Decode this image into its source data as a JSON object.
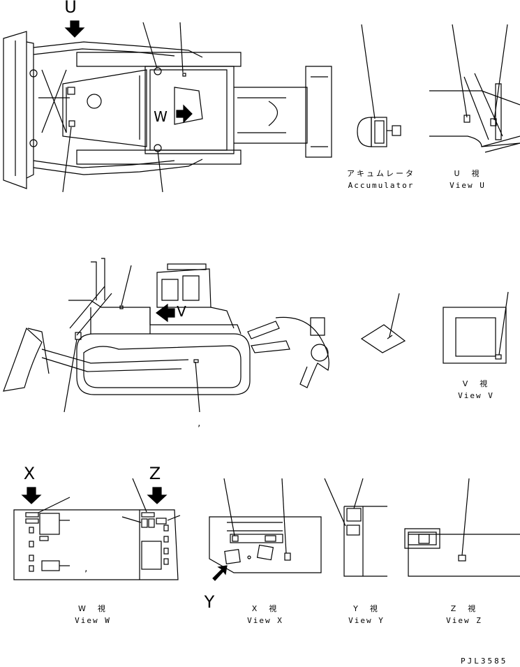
{
  "marks": {
    "U": "U",
    "W": "W",
    "V": "V",
    "X": "X",
    "Z": "Z",
    "Y": "Y"
  },
  "labels": {
    "accumulator_jp": "アキュムレータ",
    "accumulator_en": "Accumulator",
    "view_u_jp": "U　視",
    "view_u_en": "View U",
    "view_v_jp": "V　視",
    "view_v_en": "View V",
    "view_w_jp": "W　視",
    "view_w_en": "View W",
    "view_x_jp": "X　視",
    "view_x_en": "View X",
    "view_y_jp": "Y　視",
    "view_y_en": "View Y",
    "view_z_jp": "Z　視",
    "view_z_en": "View Z",
    "comma1": ",",
    "comma2": ","
  },
  "drawing_code": "PJL3585"
}
